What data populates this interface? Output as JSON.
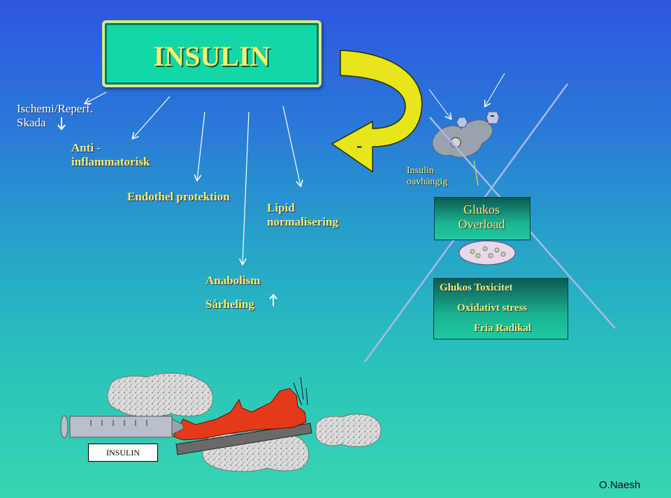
{
  "title": "INSULIN",
  "labels": {
    "ischemi_line1": "Ischemi/Reperf.",
    "ischemi_line2": "Skada",
    "anti_line1": "Anti -",
    "anti_line2": "inflammatorisk",
    "endothel": "Endothel protektion",
    "lipid_line1": "Lipid",
    "lipid_line2": "normalisering",
    "anabolism": "Anabolism",
    "sarheling": "Sårheling",
    "minus_arrow": "-",
    "minus_cell": "-",
    "insulin_oav_line1": "Insulin",
    "insulin_oav_line2": "oavhängig",
    "glukos_line1": "Glukos",
    "glukos_line2": "Overload",
    "tox_line1": "Glukos Toxicitet",
    "tox_line2": "Oxidativt stress",
    "tox_line3": "Fria Radikal",
    "syringe_label": "INSULIN",
    "credit": "O.Naesh"
  },
  "colors": {
    "text_yellow": "#f4ef6e",
    "title_box": "#12d8a8",
    "curved_arrow": "#e6e61a",
    "cross": "#a9b8e8"
  }
}
